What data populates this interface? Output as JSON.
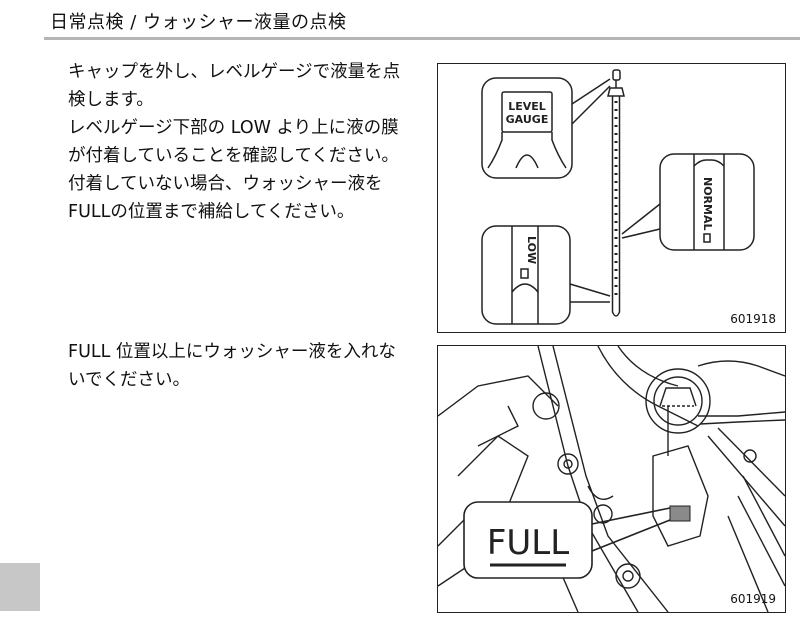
{
  "header": {
    "title": "日常点検 / ウォッシャー液量の点検"
  },
  "body": {
    "paragraph1_lines": [
      "キャップを外し、レベルゲージで液量を点",
      "検します。",
      "レベルゲージ下部の LOW より上に液の膜",
      "が付着していることを確認してください。",
      "付着していない場合、ウォッシャー液を",
      "FULLの位置まで補給してください。"
    ],
    "paragraph2_lines": [
      "FULL 位置以上にウォッシャー液を入れな",
      "いでください。"
    ]
  },
  "figure1": {
    "number": "601918",
    "callout_level_line1": "LEVEL",
    "callout_level_line2": "GAUGE",
    "callout_normal": "NORMAL",
    "callout_low": "LOW"
  },
  "figure2": {
    "number": "601919",
    "callout_full": "FULL"
  }
}
